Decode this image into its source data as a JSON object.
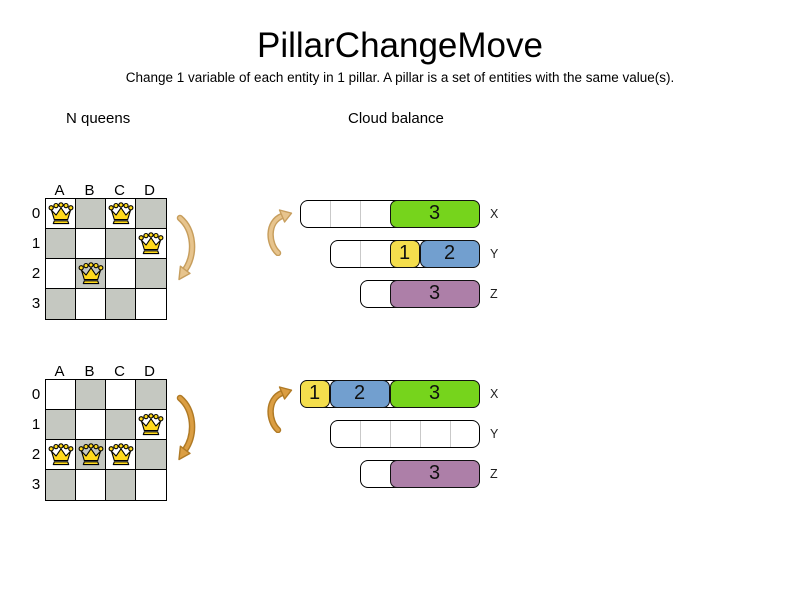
{
  "header": {
    "title": "PillarChangeMove",
    "subtitle": "Change 1 variable of each entity in 1 pillar. A pillar is a set of entities with the same value(s)."
  },
  "nqueens": {
    "section_label": "N queens",
    "columns": [
      "A",
      "B",
      "C",
      "D"
    ],
    "rows": [
      "0",
      "1",
      "2",
      "3"
    ],
    "before": {
      "queens": [
        "A0",
        "C0",
        "D1",
        "B2"
      ]
    },
    "after": {
      "queens": [
        "D1",
        "A2",
        "B2",
        "C2"
      ]
    }
  },
  "cloud": {
    "section_label": "Cloud balance",
    "computers": [
      "X",
      "Y",
      "Z"
    ],
    "before": {
      "X": {
        "capacity": 6,
        "processes": [
          {
            "label": "3",
            "size": 3,
            "color": "#76D41C"
          }
        ]
      },
      "Y": {
        "capacity": 5,
        "processes": [
          {
            "label": "1",
            "size": 1,
            "color": "#F4DE4D"
          },
          {
            "label": "2",
            "size": 2,
            "color": "#729FCF"
          }
        ]
      },
      "Z": {
        "capacity": 4,
        "processes": [
          {
            "label": "3",
            "size": 3,
            "color": "#AD7FA8"
          }
        ]
      }
    },
    "after": {
      "X": {
        "capacity": 6,
        "processes": [
          {
            "label": "1",
            "size": 1,
            "color": "#F4DE4D"
          },
          {
            "label": "2",
            "size": 2,
            "color": "#729FCF"
          },
          {
            "label": "3",
            "size": 3,
            "color": "#76D41C"
          }
        ]
      },
      "Y": {
        "capacity": 5,
        "processes": []
      },
      "Z": {
        "capacity": 4,
        "processes": [
          {
            "label": "3",
            "size": 3,
            "color": "#AD7FA8"
          }
        ]
      }
    }
  },
  "icons": {
    "queen": "queen-icon",
    "arrow_down": "curved-arrow-down-icon",
    "arrow_up": "curved-arrow-up-icon"
  },
  "colors": {
    "board_dark_cell": "#C5C8C1",
    "queen_gold": "#FFD91C",
    "process_1_yellow": "#F4DE4D",
    "process_2_blue": "#729FCF",
    "process_3_green": "#76D41C",
    "process_3_purple": "#AD7FA8",
    "arrow_light_fill": "#E7C48D",
    "arrow_light_edge": "#C79E5D",
    "arrow_dark_fill": "#DB9E43",
    "arrow_dark_edge": "#B07A25"
  }
}
